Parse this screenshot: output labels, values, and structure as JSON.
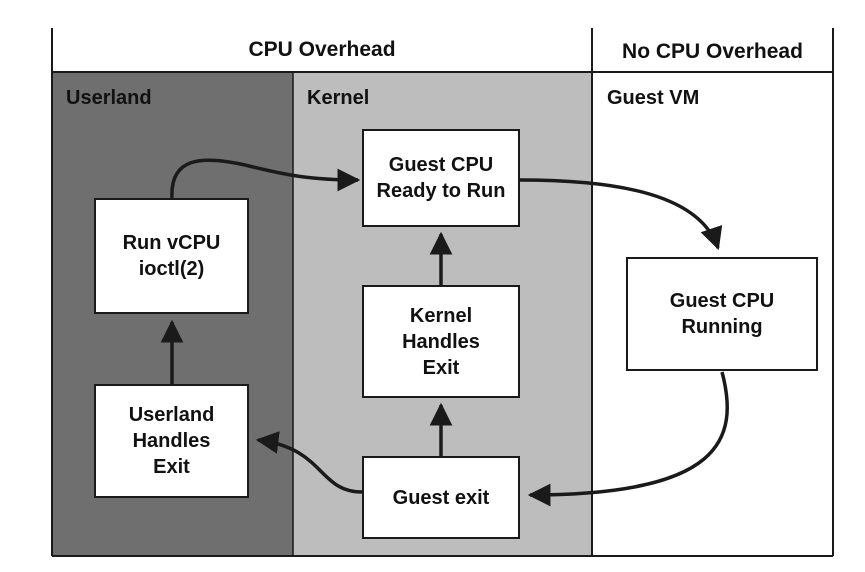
{
  "headers": {
    "cpu_overhead": "CPU Overhead",
    "no_cpu_overhead": "No CPU Overhead"
  },
  "lanes": {
    "userland": "Userland",
    "kernel": "Kernel",
    "guest_vm": "Guest VM"
  },
  "boxes": {
    "run_vcpu": "Run vCPU\nioctl(2)",
    "userland_handles_exit": "Userland\nHandles\nExit",
    "guest_cpu_ready": "Guest CPU\nReady to Run",
    "kernel_handles_exit": "Kernel\nHandles\nExit",
    "guest_exit": "Guest exit",
    "guest_cpu_running": "Guest CPU\nRunning"
  },
  "colors": {
    "userland_bg": "#6f6f6f",
    "kernel_bg": "#bdbdbd",
    "guest_bg": "#ffffff",
    "line": "#1a1a1a"
  }
}
